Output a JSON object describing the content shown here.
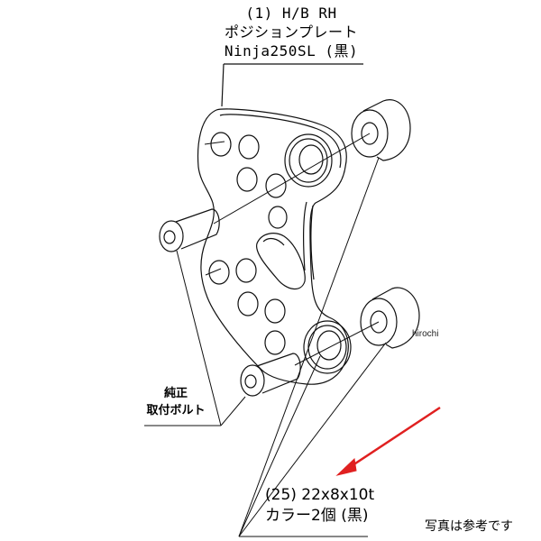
{
  "diagram": {
    "title_block": {
      "line1": "(1)  H/B RH",
      "line2": "ポジションプレート",
      "line3": "Ninja250SL (黒)"
    },
    "bolt_label": {
      "line1": "純正",
      "line2": "取付ボルト"
    },
    "collar_label": {
      "line1": "(25) 22x8x10t",
      "line2": "カラー2個 (黒)"
    },
    "note": "写真は参考です",
    "watermark": "hirochi",
    "arrow_color": "#e02020",
    "line_color": "#111111",
    "parts": [
      {
        "id": "1",
        "name": "position-plate",
        "count": 1
      },
      {
        "id": "25",
        "name": "collar",
        "size": "22x8x10t",
        "count": 2
      },
      {
        "name": "stock-mounting-bolt",
        "count": 2
      }
    ]
  }
}
